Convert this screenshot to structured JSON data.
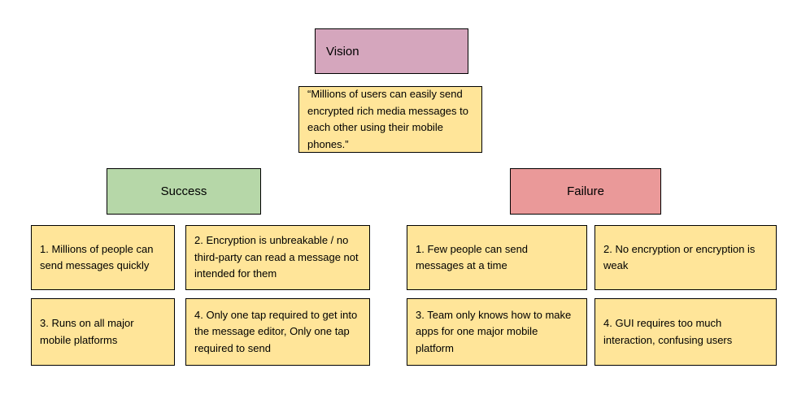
{
  "colors": {
    "vision_fill": "#d5a6bd",
    "success_fill": "#b6d7a8",
    "failure_fill": "#ea9999",
    "note_fill": "#ffe599",
    "border": "#000000",
    "background": "#ffffff"
  },
  "vision": {
    "label": "Vision",
    "statement": "“Millions of users can easily send encrypted rich media messages to each other using their mobile phones.”"
  },
  "success": {
    "label": "Success",
    "items": [
      "1. Millions of people can send messages quickly",
      "2. Encryption is unbreakable / no third-party can read a message not intended for them",
      "3. Runs on all major mobile platforms",
      "4. Only one tap required to get into the message editor, Only one tap required to send"
    ]
  },
  "failure": {
    "label": "Failure",
    "items": [
      "1. Few people can send messages at a time",
      "2. No encryption or encryption is weak",
      "3. Team only knows how to make apps for one major mobile platform",
      "4. GUI requires too much interaction, confusing users"
    ]
  }
}
